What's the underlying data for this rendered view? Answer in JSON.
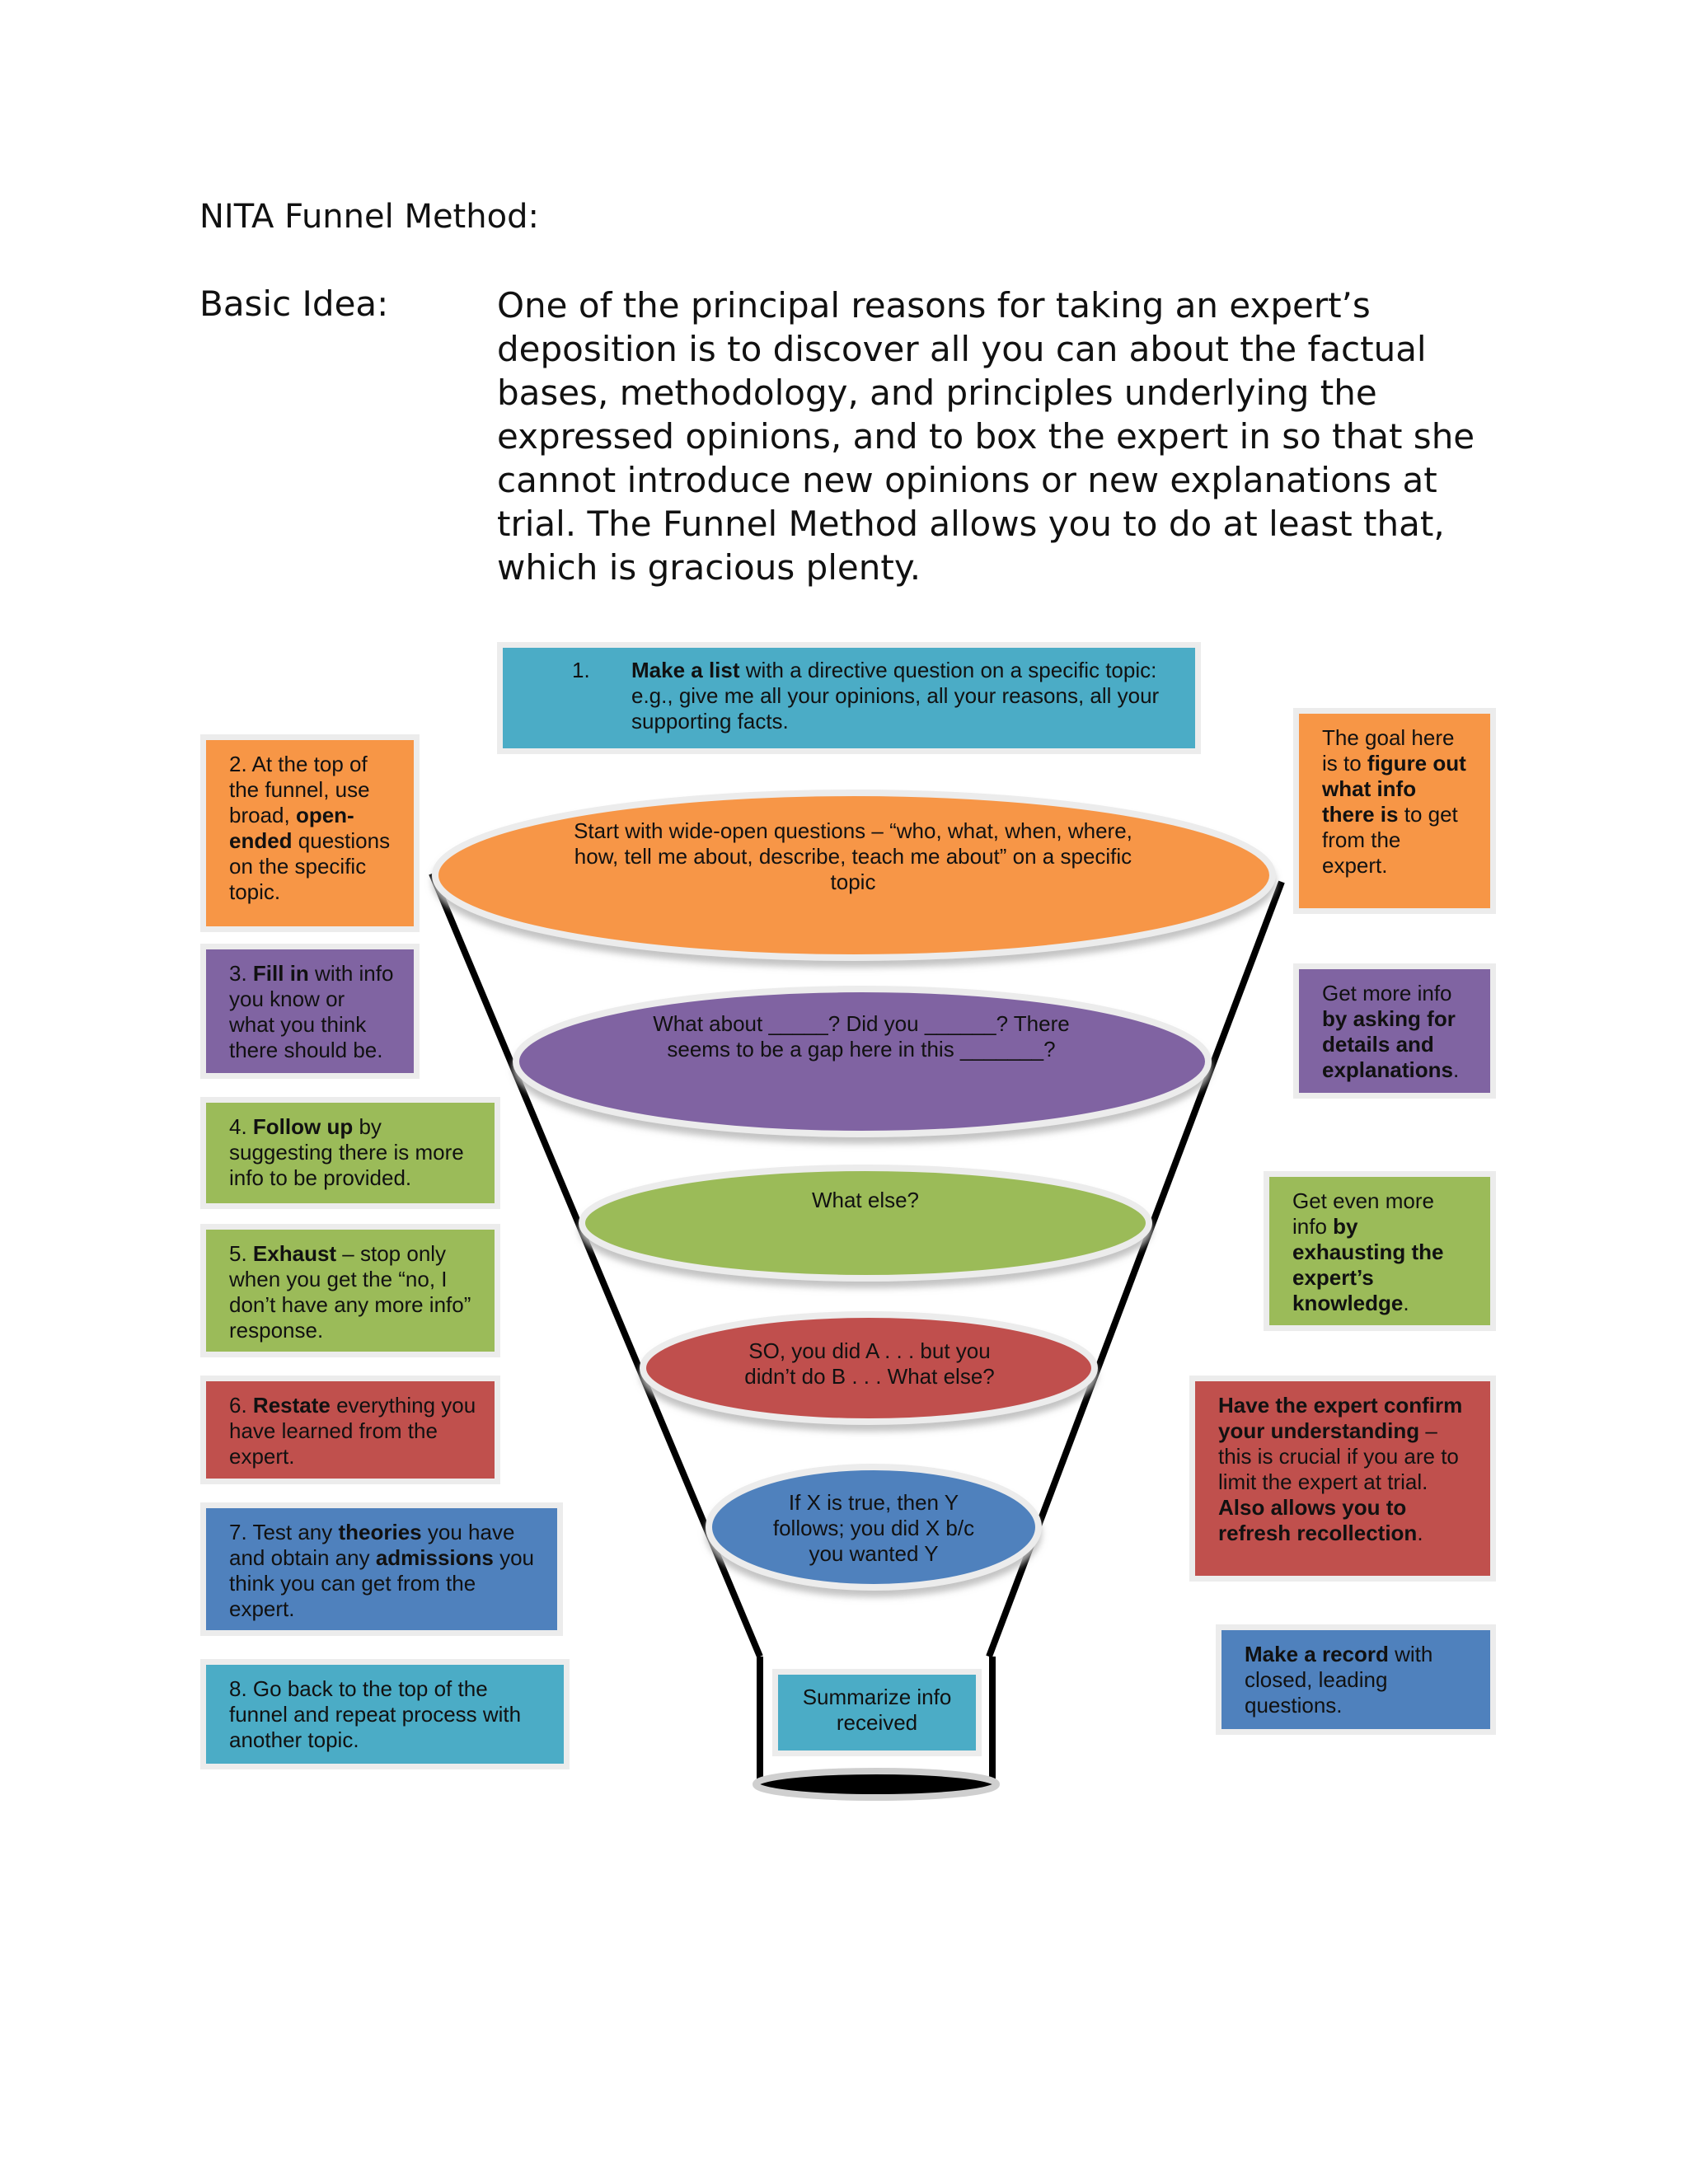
{
  "title": "NITA Funnel Method:",
  "basic_idea": {
    "label": "Basic Idea:",
    "text": "One of the principal reasons for taking an expert’s deposition is to discover all you can about the factual bases, methodology, and principles underlying the expressed opinions, and to box the expert in so that she cannot introduce new opinions or new explanations at trial. The Funnel Method allows you to do at least that, which is gracious plenty."
  },
  "colors": {
    "orange": "#f79646",
    "purple": "#8064a2",
    "green": "#9bbb59",
    "red": "#c0504d",
    "blue": "#4f81bd",
    "teal": "#4bacc6"
  },
  "top_box": {
    "number": "1.",
    "bold": "Make a list",
    "rest": " with a directive question on a specific topic: e.g., give me all your opinions, all your reasons, all your supporting facts."
  },
  "left_steps": [
    {
      "pre": "2. At the top of the funnel, use broad, ",
      "bold": "open-ended",
      "post": " questions on the specific topic."
    },
    {
      "pre": "3. ",
      "bold": "Fill in",
      "post": " with info you know or what you think there should be."
    },
    {
      "pre": "4. ",
      "bold": "Follow up",
      "post": " by suggesting there is more info to be provided."
    },
    {
      "pre": "5. ",
      "bold": "Exhaust",
      "post": " – stop only when you get the “no, I don’t have any more info” response."
    },
    {
      "pre": "6. ",
      "bold": "Restate",
      "post": " everything you have learned from the expert."
    },
    {
      "pre": "7. Test any ",
      "bold": "theories",
      "mid": " you have and obtain any ",
      "bold2": "admissions",
      "post": " you think you can get from the expert."
    },
    {
      "pre": "8. Go back to the top of the funnel and repeat process with another topic.",
      "bold": "",
      "post": ""
    }
  ],
  "funnel_levels": [
    "Start with wide-open questions – “who, what, when, where, how, tell me about, describe, teach me about” on a specific topic",
    "What about _____? Did you ______? There seems to be a gap here in this _______?",
    "What else?",
    "SO, you did A . . . but you didn’t do B . . . What else?",
    "If X is true, then Y follows; you did X b/c you wanted Y",
    "Summarize info received"
  ],
  "right_notes": [
    {
      "pre": "The goal here is to ",
      "bold": "figure out what info there is",
      "post": " to get from the expert."
    },
    {
      "pre": "Get more info ",
      "bold": "by asking for details and explanations",
      "post": "."
    },
    {
      "pre": "Get even more info ",
      "bold": "by exhausting the expert’s knowledge",
      "post": "."
    },
    {
      "pre": "",
      "bold": "Have the expert confirm your understanding",
      "mid": " – this is crucial if you are to limit the expert at trial. ",
      "bold2": "Also allows you to refresh recollection",
      "post": "."
    },
    {
      "pre": "",
      "bold": "Make a record",
      "post": " with closed, leading questions."
    }
  ]
}
